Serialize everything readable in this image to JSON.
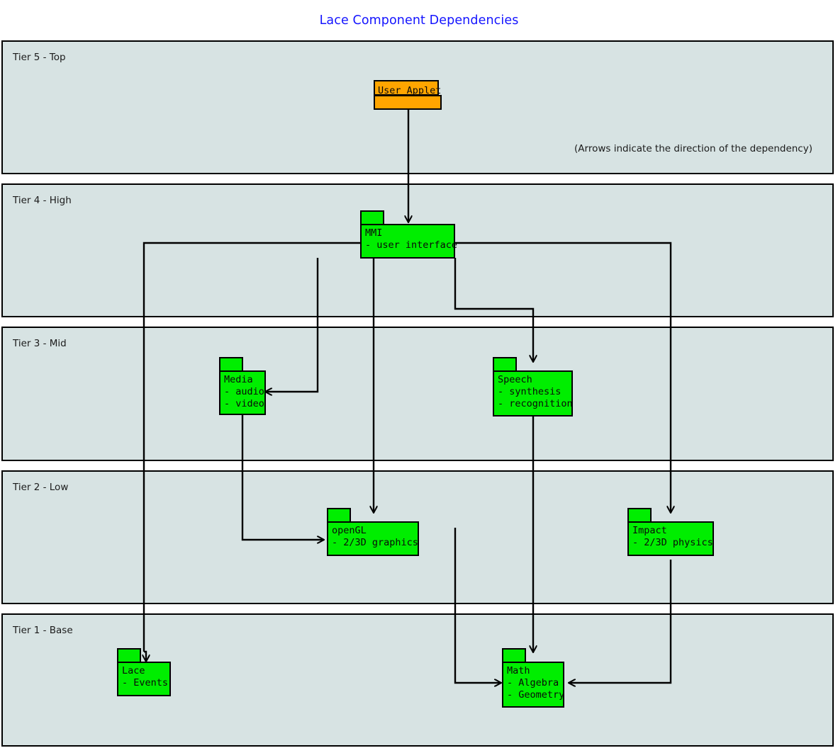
{
  "diagram": {
    "title": "Lace Component Dependencies",
    "note": "(Arrows indicate the direction of the dependency)",
    "colors": {
      "title": "#1414ff",
      "tier_fill": "#d7e3e3",
      "component_fill": "#00ee00",
      "applet_fill": "#ffa500",
      "stroke": "#000000"
    }
  },
  "tiers": [
    {
      "id": "tier5",
      "label": "Tier 5 - Top"
    },
    {
      "id": "tier4",
      "label": "Tier 4 - High"
    },
    {
      "id": "tier3",
      "label": "Tier 3 - Mid"
    },
    {
      "id": "tier2",
      "label": "Tier 2 - Low"
    },
    {
      "id": "tier1",
      "label": "Tier 1 - Base"
    }
  ],
  "components": [
    {
      "id": "user-applet",
      "tier": "tier5",
      "name": "User Applet",
      "items": [],
      "label_in_tab": true
    },
    {
      "id": "mmi",
      "tier": "tier4",
      "name": "MMI",
      "items": [
        "- user interface"
      ],
      "label_in_tab": false
    },
    {
      "id": "media",
      "tier": "tier3",
      "name": "Media",
      "items": [
        "- audio",
        "- video"
      ],
      "label_in_tab": false
    },
    {
      "id": "speech",
      "tier": "tier3",
      "name": "Speech",
      "items": [
        "- synthesis",
        "- recognition"
      ],
      "label_in_tab": false
    },
    {
      "id": "opengl",
      "tier": "tier2",
      "name": "openGL",
      "items": [
        "- 2/3D graphics"
      ],
      "label_in_tab": false
    },
    {
      "id": "impact",
      "tier": "tier2",
      "name": "Impact",
      "items": [
        "- 2/3D physics"
      ],
      "label_in_tab": false
    },
    {
      "id": "lace",
      "tier": "tier1",
      "name": "Lace",
      "items": [
        "- Events"
      ],
      "label_in_tab": false
    },
    {
      "id": "math",
      "tier": "tier1",
      "name": "Math",
      "items": [
        "- Algebra",
        "- Geometry"
      ],
      "label_in_tab": false
    }
  ],
  "dependencies": [
    {
      "from": "user-applet",
      "to": "mmi"
    },
    {
      "from": "mmi",
      "to": "media"
    },
    {
      "from": "mmi",
      "to": "speech"
    },
    {
      "from": "mmi",
      "to": "opengl"
    },
    {
      "from": "mmi",
      "to": "impact"
    },
    {
      "from": "mmi",
      "to": "lace"
    },
    {
      "from": "media",
      "to": "opengl"
    },
    {
      "from": "speech",
      "to": "math"
    },
    {
      "from": "opengl",
      "to": "math"
    },
    {
      "from": "impact",
      "to": "math"
    }
  ]
}
